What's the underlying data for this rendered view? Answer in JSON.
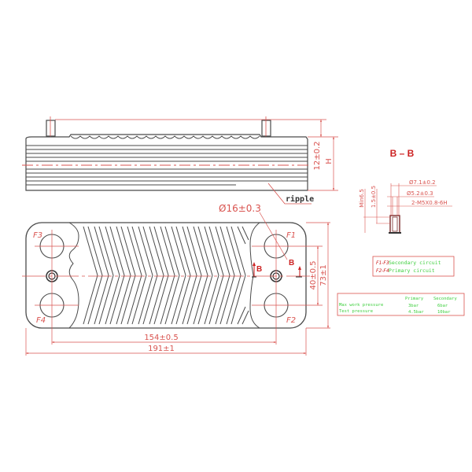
{
  "drawing": {
    "title": "Brazed plate heat exchanger technical drawing",
    "side_view": {
      "label_ripple": "ripple",
      "dim_height_small": "12±0.2",
      "dim_height_H": "H"
    },
    "plate_view": {
      "port_labels": [
        "F1",
        "F2",
        "F3",
        "F4"
      ],
      "port_diameter": "Ø16±0.3",
      "section_marker": "B",
      "dim_port_pitch_vertical": "40±0.5",
      "dim_height": "73±1",
      "dim_port_pitch_horizontal": "154±0.5",
      "dim_length": "191±1",
      "chevron_count": 14
    },
    "section_view": {
      "title": "B – B",
      "dim_outer_diameter": "Ø7.1±0.2",
      "dim_inner_diameter": "Ø5.2±0.3",
      "dim_thread": "2-M5X0.8-6H",
      "dim_min": "Min6.5",
      "dim_depth": "1.5±0.5"
    },
    "circuit_legend": {
      "secondary": {
        "marker": "F1-F3",
        "label": "Secondary circuit"
      },
      "primary": {
        "marker": "F2-F4",
        "label": "Primary circuit"
      }
    },
    "pressure_table": {
      "headers": [
        "",
        "Primary",
        "Secondary"
      ],
      "rows": [
        {
          "label": "Max work pressure",
          "primary": "3bar",
          "secondary": "6bar"
        },
        {
          "label": "Test pressure",
          "primary": "4.5bar",
          "secondary": "10bar"
        }
      ]
    },
    "colors": {
      "outline": "#4a4a4a",
      "dimension": "#d9534f",
      "legend_text": "#3fcf3f",
      "section_marker": "#cc2222"
    }
  }
}
